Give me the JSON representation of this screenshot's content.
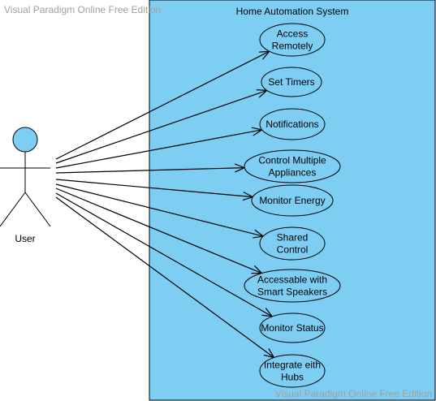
{
  "watermark_top": "Visual Paradigm Online Free Edition",
  "watermark_bottom": "Visual Paradigm Online Free Edition",
  "system": {
    "title": "Home Automation System",
    "fill_color": "#7ecef4"
  },
  "actor": {
    "label": "User",
    "head_color": "#7ecef4"
  },
  "use_cases": [
    {
      "lines": [
        "Access",
        "Remotely"
      ]
    },
    {
      "lines": [
        "Set Timers"
      ]
    },
    {
      "lines": [
        "Notifications"
      ]
    },
    {
      "lines": [
        "Control Multiple",
        "Appliances"
      ]
    },
    {
      "lines": [
        "Monitor Energy"
      ]
    },
    {
      "lines": [
        "Shared",
        "Control"
      ]
    },
    {
      "lines": [
        "Accessable with",
        "Smart Speakers"
      ]
    },
    {
      "lines": [
        "Monitor Status"
      ]
    },
    {
      "lines": [
        "Integrate eith",
        "Hubs"
      ]
    }
  ]
}
